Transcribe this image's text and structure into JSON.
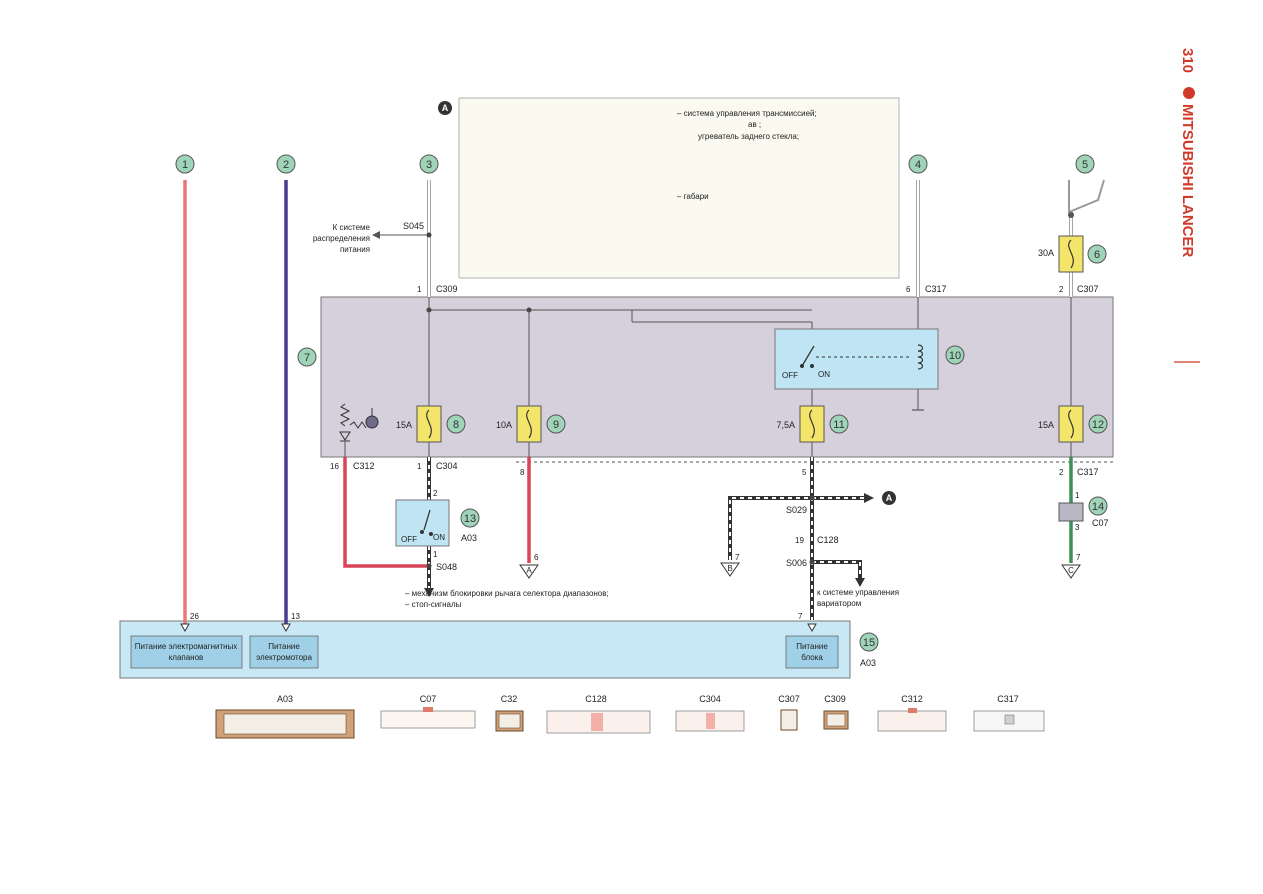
{
  "header": {
    "page_number": "310",
    "brand": "MITSUBISHI LANCER"
  },
  "colors": {
    "accent_red": "#d13a2a",
    "callout_green": "#9fd4b8",
    "module_fill": "#d6d0dc",
    "relay_fill": "#bfe4f4",
    "ecu_fill": "#c9e8f5",
    "fuse_fill": "#f3e56a",
    "wire_red": "#d84557",
    "wire_pink": "#e87878",
    "wire_purple": "#4a3b8f",
    "wire_green": "#3f8f57",
    "wire_white": "#ffffff",
    "wire_gray": "#9a9a9a"
  },
  "note_box": {
    "marker": "A",
    "lines": [
      "– система управления трансмиссией;",
      "ав   ;",
      "угреватель заднего стекла;",
      "– габари"
    ]
  },
  "callouts": [
    "1",
    "2",
    "3",
    "4",
    "5",
    "6",
    "7",
    "8",
    "9",
    "10",
    "11",
    "12",
    "13",
    "14",
    "15"
  ],
  "labels": {
    "to_power_dist": [
      "К системе",
      "распределения",
      "питания"
    ],
    "s045": "S045",
    "pin1_c309": "1",
    "c309": "C309",
    "pin6_c317": "6",
    "c317_top": "C317",
    "pin2_c307": "2",
    "c307": "C307",
    "fuse6": "30A",
    "fuse8": "15A",
    "fuse9": "10A",
    "fuse11": "7,5A",
    "fuse12": "15A",
    "relay10_off": "OFF",
    "relay10_on": "ON",
    "pin16": "16",
    "c312": "C312",
    "pin1_c304": "1",
    "c304": "C304",
    "pin8": "8",
    "pin5": "5",
    "pin2_c317": "2",
    "c317_bottom": "C317",
    "sw13_pin2": "2",
    "sw13_pin1": "1",
    "sw13_off": "OFF",
    "sw13_on": "ON",
    "a03_sw": "A03",
    "s048": "S048",
    "gnd_a_pin": "6",
    "gnd_a": "A",
    "gnd_b_pin": "7",
    "gnd_b": "B",
    "gnd_c_pin": "7",
    "gnd_c": "C",
    "s029": "S029",
    "arrow_a": "A",
    "pin19": "19",
    "c128": "C128",
    "s006": "S006",
    "to_variator": [
      "к системе управления",
      "вариатором"
    ],
    "c07_pin1": "1",
    "c07_pin3": "3",
    "c07": "C07",
    "consumers": [
      "– механизм блокировки рычага селектора диапазонов;",
      "– стоп-сигналы"
    ],
    "pin26": "26",
    "pin13": "13",
    "pin7": "7",
    "ecu_block1": [
      "Питание электромагнитных",
      "клапанов"
    ],
    "ecu_block2": [
      "Питание",
      "электромотора"
    ],
    "ecu_block3": [
      "Питание",
      "блока"
    ],
    "a03_ecu": "A03"
  },
  "connectors": [
    "A03",
    "C07",
    "C32",
    "C128",
    "C304",
    "C307",
    "C309",
    "C312",
    "C317"
  ]
}
